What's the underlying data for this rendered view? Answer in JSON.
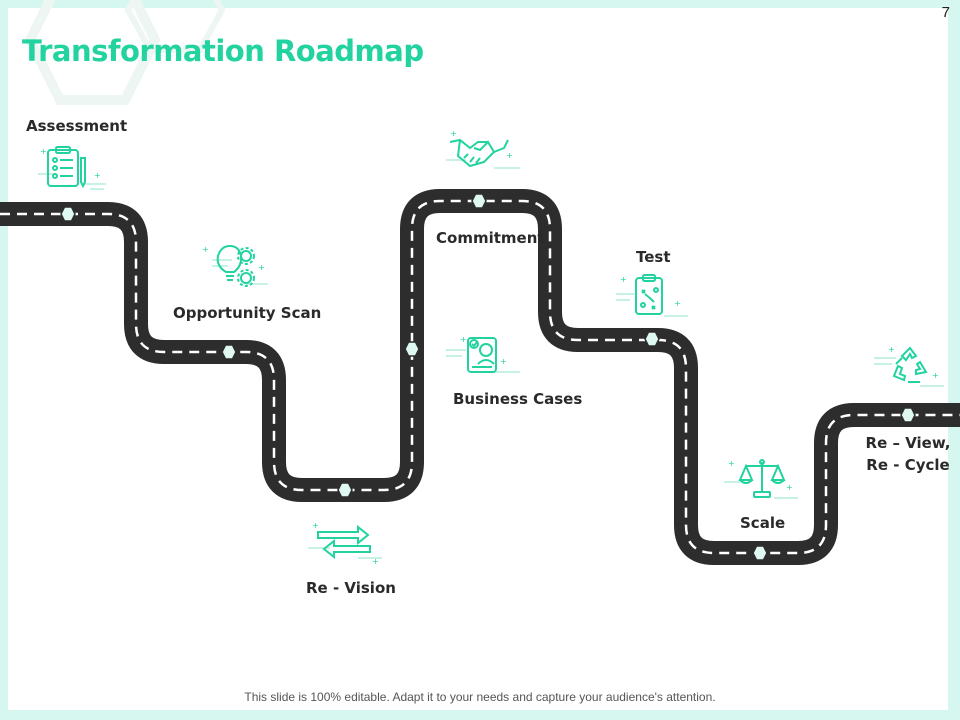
{
  "slide": {
    "page_number": "7",
    "title": "Transformation Roadmap"
  },
  "milestones": {
    "assessment": "Assessment",
    "opportunity_scan": "Opportunity Scan",
    "re_vision": "Re - Vision",
    "commitment": "Commitment",
    "business_cases": "Business Cases",
    "test": "Test",
    "scale": "Scale",
    "re_view": "Re – View,",
    "re_cycle": "Re - Cycle"
  },
  "icons": {
    "assessment": "clipboard-checklist-icon",
    "opportunity_scan": "lightbulb-gears-icon",
    "re_vision": "opposite-arrows-icon",
    "commitment": "handshake-icon",
    "business_cases": "id-card-icon",
    "test": "strategy-board-icon",
    "scale": "balance-scale-icon",
    "re_view": "recycle-icon"
  },
  "colors": {
    "accent": "#22d3a0",
    "road": "#2d2d2d",
    "marker": "#dff8f2",
    "frame": "#d6f7ef"
  },
  "footer": {
    "text": "This slide is 100% editable. Adapt it to your needs and capture your audience's attention."
  }
}
